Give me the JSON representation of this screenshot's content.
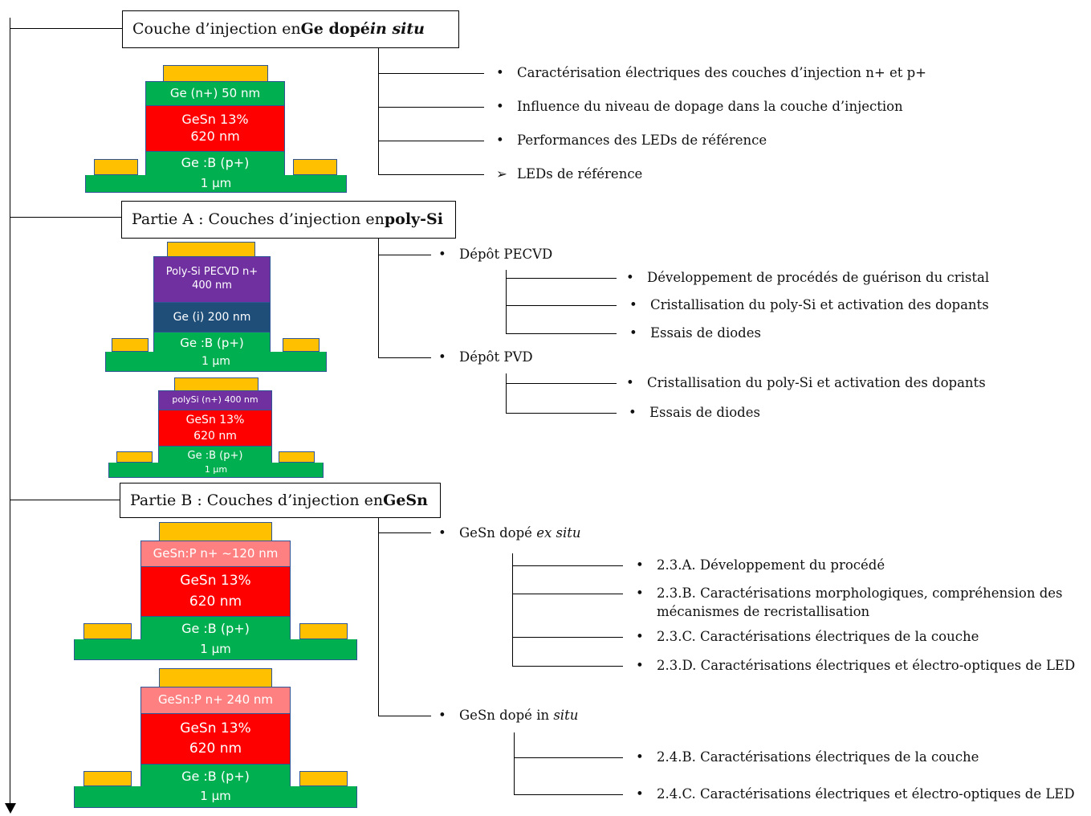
{
  "sections": {
    "s1": {
      "title_pre": "Couche d’injection en ",
      "title_bold": "Ge dopé ",
      "title_bold_italic": "in situ",
      "items": [
        "Caractérisation électriques des couches d’injection n+ et p+",
        "Influence du niveau de dopage dans la couche d’injection",
        "Performances des LEDs de référence",
        "LEDs de référence"
      ],
      "bullet": "•",
      "arrow_bullet": "➢"
    },
    "s2": {
      "title_pre": "Partie A : Couches d’injection en ",
      "title_bold": "poly-Si",
      "pecvd_label": "Dépôt PECVD",
      "pecvd_items": [
        "Développement de procédés de guérison du cristal",
        "Cristallisation du poly-Si et activation des dopants",
        "Essais de diodes"
      ],
      "pvd_label": "Dépôt PVD",
      "pvd_items": [
        "Cristallisation du poly-Si et activation des dopants",
        "Essais de diodes"
      ]
    },
    "s3": {
      "title_pre": "Partie B : Couches d’injection en ",
      "title_bold": "GeSn",
      "exsitu_label_pre": "GeSn dopé ",
      "exsitu_label_italic": "ex situ",
      "exsitu_items": [
        "2.3.A. Développement du procédé",
        "2.3.B. Caractérisations morphologiques, compréhension des",
        "mécanismes de recristallisation",
        "2.3.C. Caractérisations électriques de la couche",
        "2.3.D. Caractérisations électriques et électro-optiques de LED"
      ],
      "insitu_label_pre": "GeSn dopé in ",
      "insitu_label_italic": "situ",
      "insitu_items": [
        "2.4.B. Caractérisations électriques de la couche",
        "2.4.C. Caractérisations électriques et électro-optiques de LED"
      ]
    }
  },
  "devices": {
    "d1": {
      "top": "Ge (n+) 50 nm",
      "mid1": "GeSn 13%",
      "mid2": "620 nm",
      "bot1": "Ge :B (p+)",
      "bot2": "1 µm"
    },
    "d2": {
      "top1": "Poly-Si PECVD n+",
      "top2": "400 nm",
      "mid": "Ge (i) 200 nm",
      "bot1": "Ge :B (p+)",
      "bot2": "1 µm"
    },
    "d3": {
      "top": "polySi (n+) 400 nm",
      "mid1": "GeSn 13%",
      "mid2": "620 nm",
      "bot1": "Ge :B (p+)",
      "bot2": "1 µm"
    },
    "d4": {
      "top": "GeSn:P n+ ~120 nm",
      "mid1": "GeSn 13%",
      "mid2": "620 nm",
      "bot1": "Ge :B (p+)",
      "bot2": "1 µm"
    },
    "d5": {
      "top": "GeSn:P n+ 240 nm",
      "mid1": "GeSn 13%",
      "mid2": "620 nm",
      "bot1": "Ge :B (p+)",
      "bot2": "1 µm"
    }
  },
  "colors": {
    "contact": "#ffc000",
    "ge_p": "#00b050",
    "gesn": "#ff0000",
    "poly_si": "#7030a0",
    "ge_i": "#1f4e79",
    "gesn_p": "#ff8080"
  }
}
